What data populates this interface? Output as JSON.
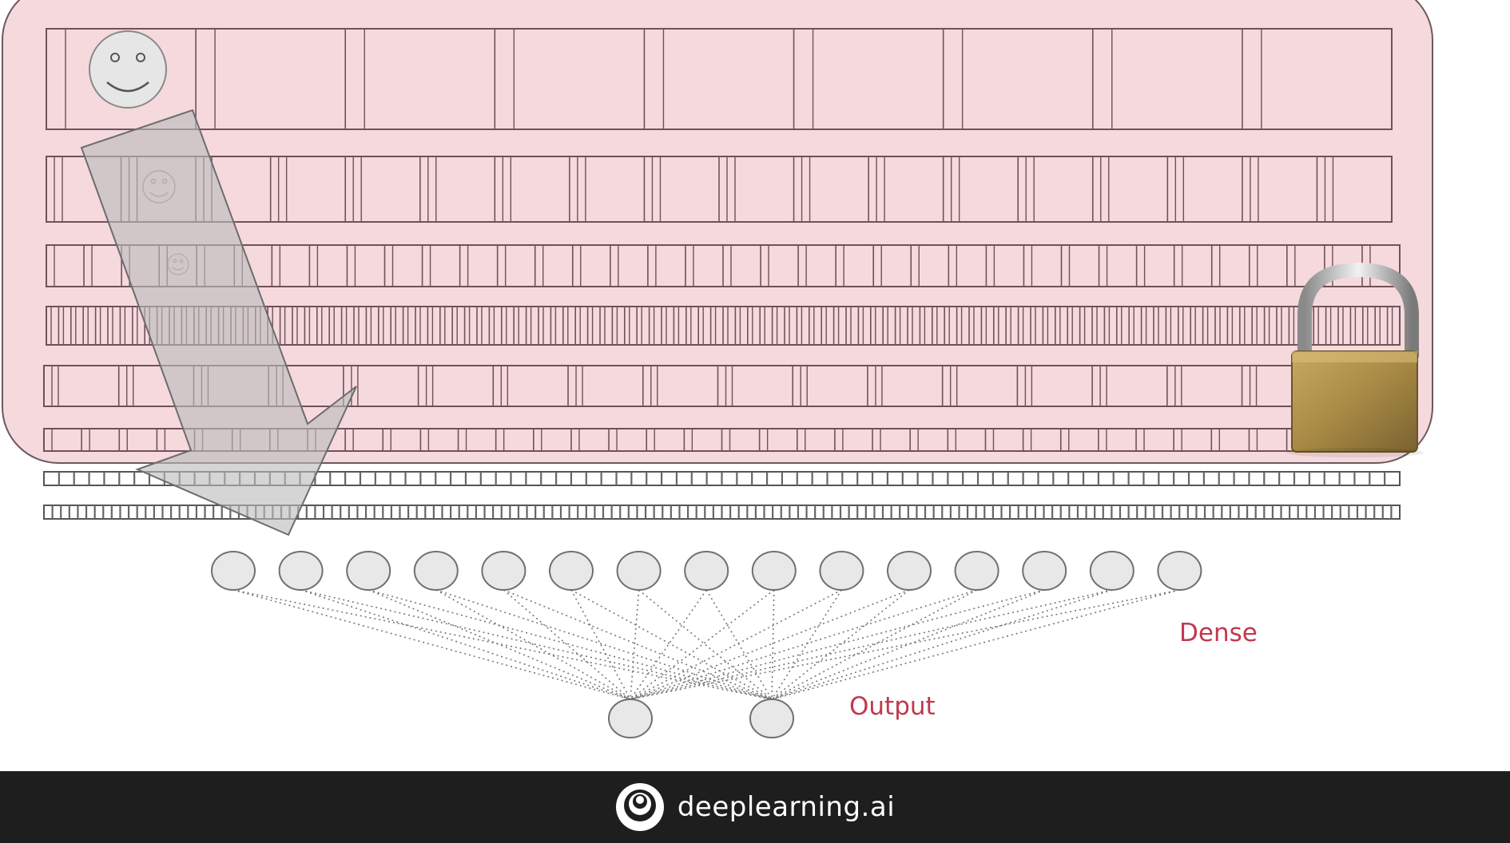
{
  "diagram": {
    "labels": {
      "dense": "Dense",
      "output": "Output"
    },
    "colors": {
      "frozen_region_fill": "#f6d9dd",
      "frozen_region_stroke": "#6a5a5e",
      "layer_stroke": "#6e5258",
      "label_color": "#c0394f",
      "node_fill": "#e8e8e8",
      "node_stroke": "#707070",
      "arrow_fill": "#c8c8c8",
      "footer_bg": "#1e1e1e"
    },
    "icons": [
      "smiley-face-icon",
      "padlock-icon",
      "down-arrow-icon",
      "deeplearning-logo-icon"
    ],
    "dense_node_count": 15,
    "output_node_count": 2
  },
  "footer": {
    "brand": "deeplearning.ai"
  }
}
